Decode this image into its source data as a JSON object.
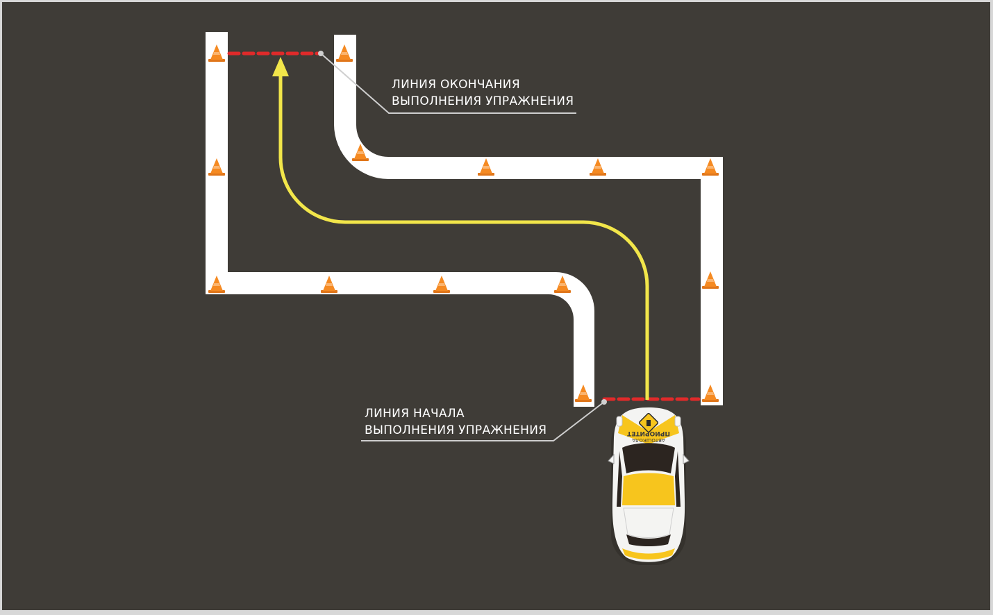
{
  "colors": {
    "asphalt": "#3f3c37",
    "frame": "#d7d7d7",
    "boundary": "#ffffff",
    "path": "#f2e64a",
    "gate": "#e02a2a",
    "cone": "#f58a22",
    "callout_text": "#ffffff",
    "leader": "#cfcfcf",
    "car_yellow": "#f7c51d",
    "car_white": "#f4f4f2"
  },
  "labels": {
    "finish": {
      "line1": "ЛИНИЯ ОКОНЧАНИЯ",
      "line2": "ВЫПОЛНЕНИЯ УПРАЖНЕНИЯ"
    },
    "start": {
      "line1": "ЛИНИЯ НАЧАЛА",
      "line2": "ВЫПОЛНЕНИЯ УПРАЖНЕНИЯ"
    }
  },
  "car": {
    "brand_line1": "АВТОШКОЛА",
    "brand_line2": "ПРИОРИТЕТ"
  },
  "icons": {
    "cone": "traffic-cone-icon",
    "car": "car-top-view-icon",
    "arrow": "arrow-head-icon"
  }
}
